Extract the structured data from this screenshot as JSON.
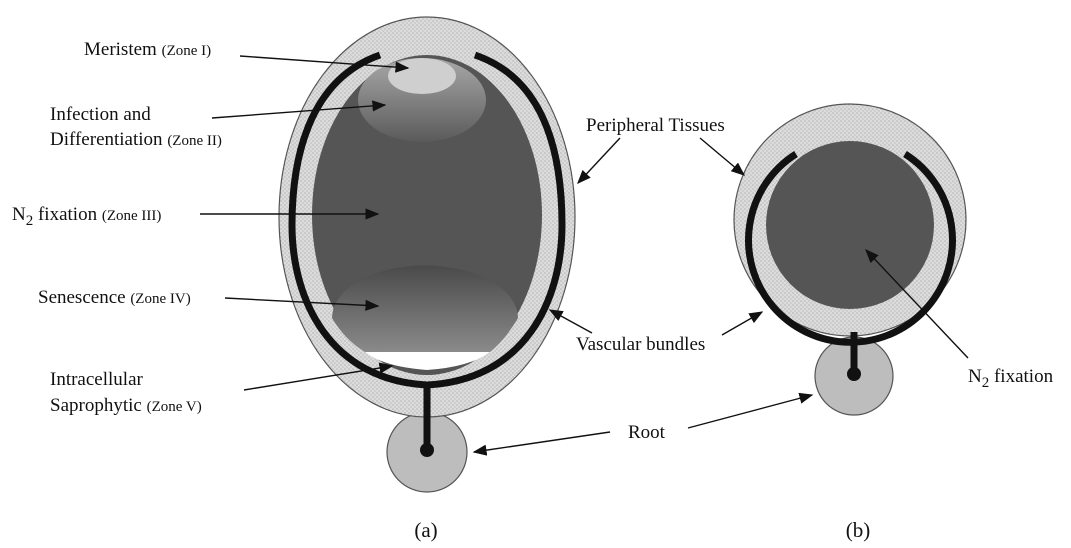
{
  "zones": [
    {
      "name": "Meristem",
      "zone": "(Zone I)"
    },
    {
      "name_line1": "Infection and",
      "name_line2": "Differentiation",
      "zone": "(Zone II)"
    },
    {
      "name": "N",
      "sub": "2",
      "name_rest": " fixation",
      "zone": "(Zone III)"
    },
    {
      "name": "Senescence",
      "zone": "(Zone IV)"
    },
    {
      "name_line1": "Intracellular",
      "name_line2": "Saprophytic",
      "zone": "(Zone V)"
    }
  ],
  "labels": {
    "peripheral": "Peripheral Tissues",
    "vascular": "Vascular bundles",
    "root": "Root",
    "n2_b_main": "N",
    "n2_b_sub": "2",
    "n2_b_rest": " fixation"
  },
  "captions": {
    "a": "(a)",
    "b": "(b)"
  },
  "colors": {
    "peripheral_fill": "#d8d8d8",
    "infected_tissue": "#555555",
    "vascular_bundle": "#111111",
    "root_fill": "#bdbdbd"
  }
}
